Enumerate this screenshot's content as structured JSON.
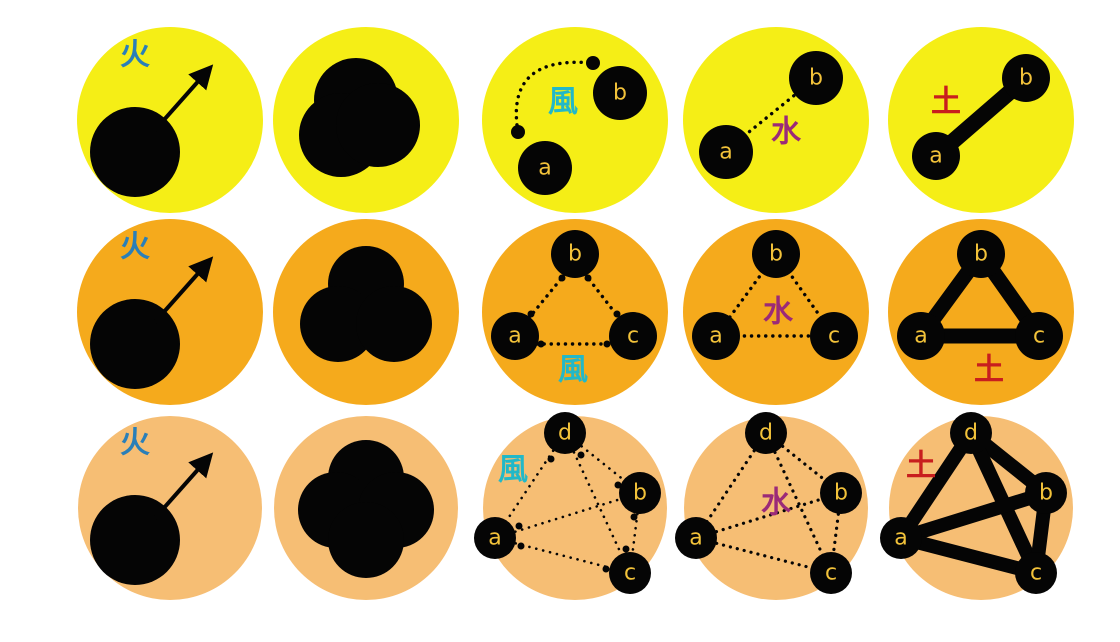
{
  "colors": {
    "background": "#ffffff",
    "ink": "#050505",
    "node_label": "#f2c23a",
    "fire": "#2a7fb8",
    "wind": "#22b8c8",
    "water": "#9b2a78",
    "earth": "#c81e1e"
  },
  "rows": [
    {
      "fill": "#f5ee16",
      "cells": [
        {
          "kind": "fire",
          "label": "火",
          "label_color": "#2a7fb8"
        },
        {
          "kind": "merged"
        },
        {
          "kind": "wind",
          "label": "風",
          "label_color": "#22b8c8",
          "nodes": [
            "a",
            "b"
          ]
        },
        {
          "kind": "water",
          "label": "水",
          "label_color": "#9b2a78",
          "nodes": [
            "a",
            "b"
          ]
        },
        {
          "kind": "earth",
          "label": "土",
          "label_color": "#c81e1e",
          "nodes": [
            "a",
            "b"
          ]
        }
      ]
    },
    {
      "fill": "#f5aa1c",
      "cells": [
        {
          "kind": "fire",
          "label": "火",
          "label_color": "#2a7fb8"
        },
        {
          "kind": "merged"
        },
        {
          "kind": "wind",
          "label": "風",
          "label_color": "#22b8c8",
          "nodes": [
            "a",
            "b",
            "c"
          ]
        },
        {
          "kind": "water",
          "label": "水",
          "label_color": "#9b2a78",
          "nodes": [
            "a",
            "b",
            "c"
          ]
        },
        {
          "kind": "earth",
          "label": "土",
          "label_color": "#c81e1e",
          "nodes": [
            "a",
            "b",
            "c"
          ]
        }
      ]
    },
    {
      "fill": "#f6be74",
      "cells": [
        {
          "kind": "fire",
          "label": "火",
          "label_color": "#2a7fb8"
        },
        {
          "kind": "merged"
        },
        {
          "kind": "wind",
          "label": "風",
          "label_color": "#22b8c8",
          "nodes": [
            "a",
            "b",
            "c",
            "d"
          ]
        },
        {
          "kind": "water",
          "label": "水",
          "label_color": "#9b2a78",
          "nodes": [
            "a",
            "b",
            "c",
            "d"
          ]
        },
        {
          "kind": "earth",
          "label": "土",
          "label_color": "#c81e1e",
          "nodes": [
            "a",
            "b",
            "c",
            "d"
          ]
        }
      ]
    }
  ]
}
